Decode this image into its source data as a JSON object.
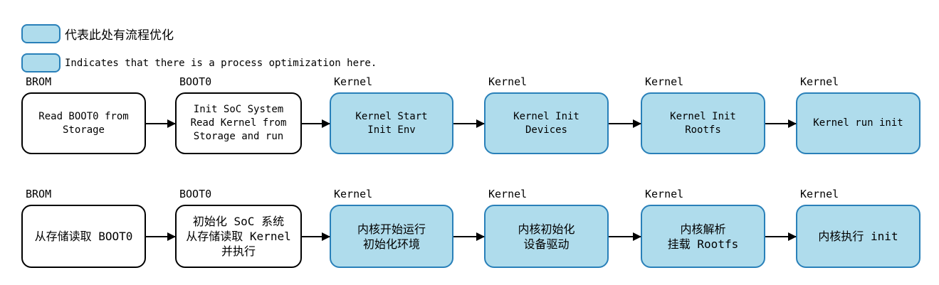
{
  "colors": {
    "optimized_fill": "#AFDCEC",
    "optimized_border": "#2980B9",
    "plain_fill": "#FFFFFF",
    "plain_border": "#000000",
    "arrow": "#000000"
  },
  "legend": {
    "items": [
      {
        "label": "代表此处有流程优化"
      },
      {
        "label": "Indicates that there is a process optimization here."
      }
    ]
  },
  "flow": {
    "rows": [
      {
        "name": "english",
        "nodes": [
          {
            "label": "BROM",
            "text": "Read BOOT0 from\nStorage",
            "optimized": false
          },
          {
            "label": "BOOT0",
            "text": "Init SoC System\nRead Kernel from\nStorage and run",
            "optimized": false
          },
          {
            "label": "Kernel",
            "text": "Kernel Start\nInit Env",
            "optimized": true
          },
          {
            "label": "Kernel",
            "text": "Kernel Init\nDevices",
            "optimized": true
          },
          {
            "label": "Kernel",
            "text": "Kernel Init\nRootfs",
            "optimized": true
          },
          {
            "label": "Kernel",
            "text": "Kernel run init",
            "optimized": true
          }
        ]
      },
      {
        "name": "chinese",
        "nodes": [
          {
            "label": "BROM",
            "text": "从存储读取 BOOT0",
            "optimized": false
          },
          {
            "label": "BOOT0",
            "text": "初始化 SoC 系统\n从存储读取 Kernel\n并执行",
            "optimized": false
          },
          {
            "label": "Kernel",
            "text": "内核开始运行\n初始化环境",
            "optimized": true
          },
          {
            "label": "Kernel",
            "text": "内核初始化\n设备驱动",
            "optimized": true
          },
          {
            "label": "Kernel",
            "text": "内核解析\n挂载 Rootfs",
            "optimized": true
          },
          {
            "label": "Kernel",
            "text": "内核执行 init",
            "optimized": true
          }
        ]
      }
    ]
  }
}
